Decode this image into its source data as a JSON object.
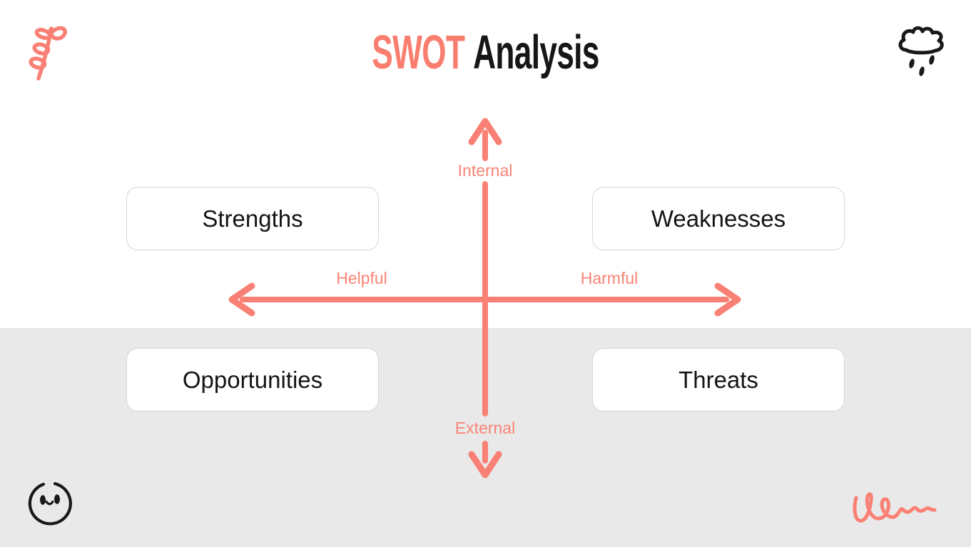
{
  "title": {
    "highlight": "SWOT",
    "rest": "Analysis"
  },
  "axes": {
    "vertical": {
      "top_label": "Internal",
      "bottom_label": "External"
    },
    "horizontal": {
      "left_label": "Helpful",
      "right_label": "Harmful"
    }
  },
  "quadrants": [
    {
      "id": "strengths",
      "label": "Strengths",
      "position": "top-left"
    },
    {
      "id": "weaknesses",
      "label": "Weaknesses",
      "position": "top-right"
    },
    {
      "id": "opportunities",
      "label": "Opportunities",
      "position": "bottom-left"
    },
    {
      "id": "threats",
      "label": "Threats",
      "position": "bottom-right"
    }
  ],
  "icons": {
    "top_left": "plant-sprig-icon",
    "top_right": "rain-cloud-icon",
    "bottom_left": "smiley-face-icon",
    "bottom_right": "signature-doodle"
  },
  "colors": {
    "accent_coral": "#f98074",
    "title_coral": "#f97e6f",
    "ink_black": "#161616",
    "lower_panel_gray": "#e9e9e9",
    "box_border": "#d6d6d6",
    "background": "#ffffff"
  }
}
